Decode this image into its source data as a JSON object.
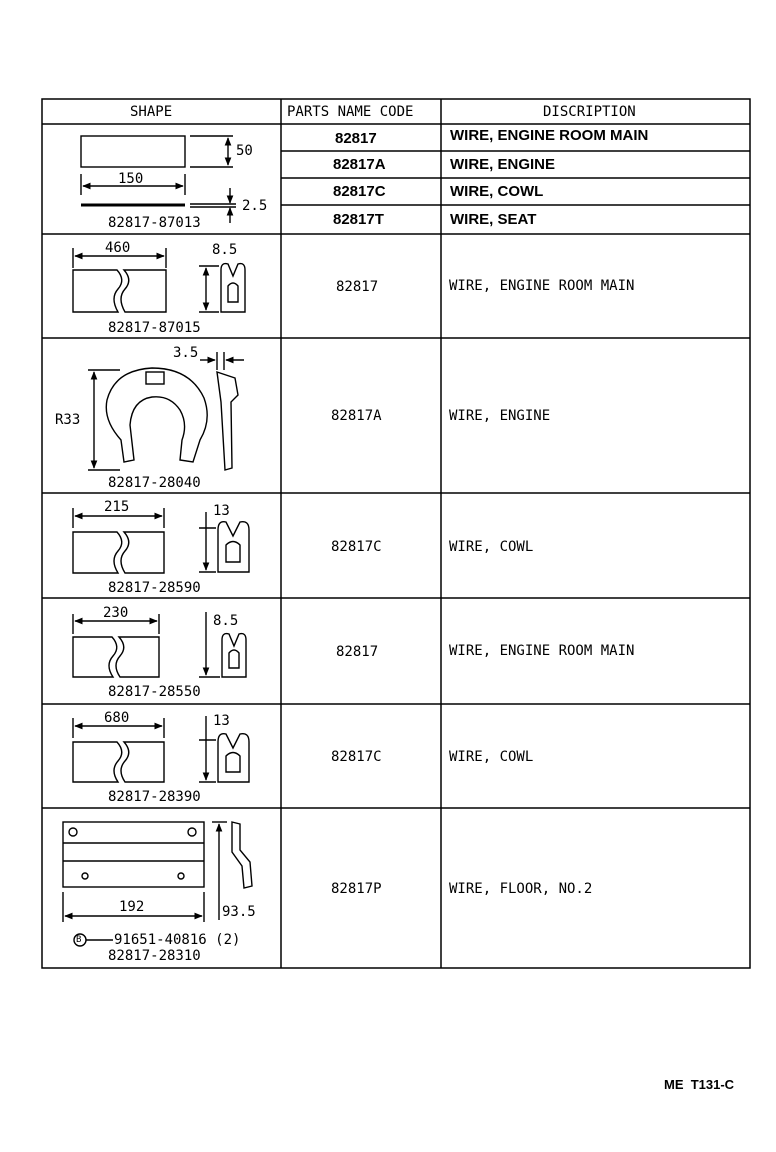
{
  "header": {
    "shape": "SHAPE",
    "parts_name_code": "PARTS NAME CODE",
    "description": "DISCRIPTION"
  },
  "rows": [
    {
      "shape": {
        "part_no": "82817-87013",
        "dims": [
          "50",
          "150",
          "2.5"
        ]
      },
      "sub": [
        {
          "code": "82817",
          "desc": "WIRE, ENGINE ROOM MAIN"
        },
        {
          "code": "82817A",
          "desc": "WIRE, ENGINE"
        },
        {
          "code": "82817C",
          "desc": "WIRE, COWL"
        },
        {
          "code": "82817T",
          "desc": "WIRE, SEAT"
        }
      ]
    },
    {
      "shape": {
        "part_no": "82817-87015",
        "dims": [
          "460",
          "8.5"
        ]
      },
      "code": "82817",
      "desc": "WIRE, ENGINE ROOM MAIN"
    },
    {
      "shape": {
        "part_no": "82817-28040",
        "dims": [
          "3.5",
          "R33"
        ]
      },
      "code": "82817A",
      "desc": "WIRE, ENGINE"
    },
    {
      "shape": {
        "part_no": "82817-28590",
        "dims": [
          "215",
          "13"
        ]
      },
      "code": "82817C",
      "desc": "WIRE, COWL"
    },
    {
      "shape": {
        "part_no": "82817-28550",
        "dims": [
          "230",
          "8.5"
        ]
      },
      "code": "82817",
      "desc": "WIRE, ENGINE ROOM MAIN"
    },
    {
      "shape": {
        "part_no": "82817-28390",
        "dims": [
          "680",
          "13"
        ]
      },
      "code": "82817C",
      "desc": "WIRE, COWL"
    },
    {
      "shape": {
        "part_no": "82817-28310",
        "bolt_symbol": "B",
        "bolt": "91651-40816 (2)",
        "dims": [
          "192",
          "93.5"
        ]
      },
      "code": "82817P",
      "desc": "WIRE, FLOOR, NO.2"
    }
  ],
  "footer": {
    "page_ref": "ME  T131-C"
  }
}
